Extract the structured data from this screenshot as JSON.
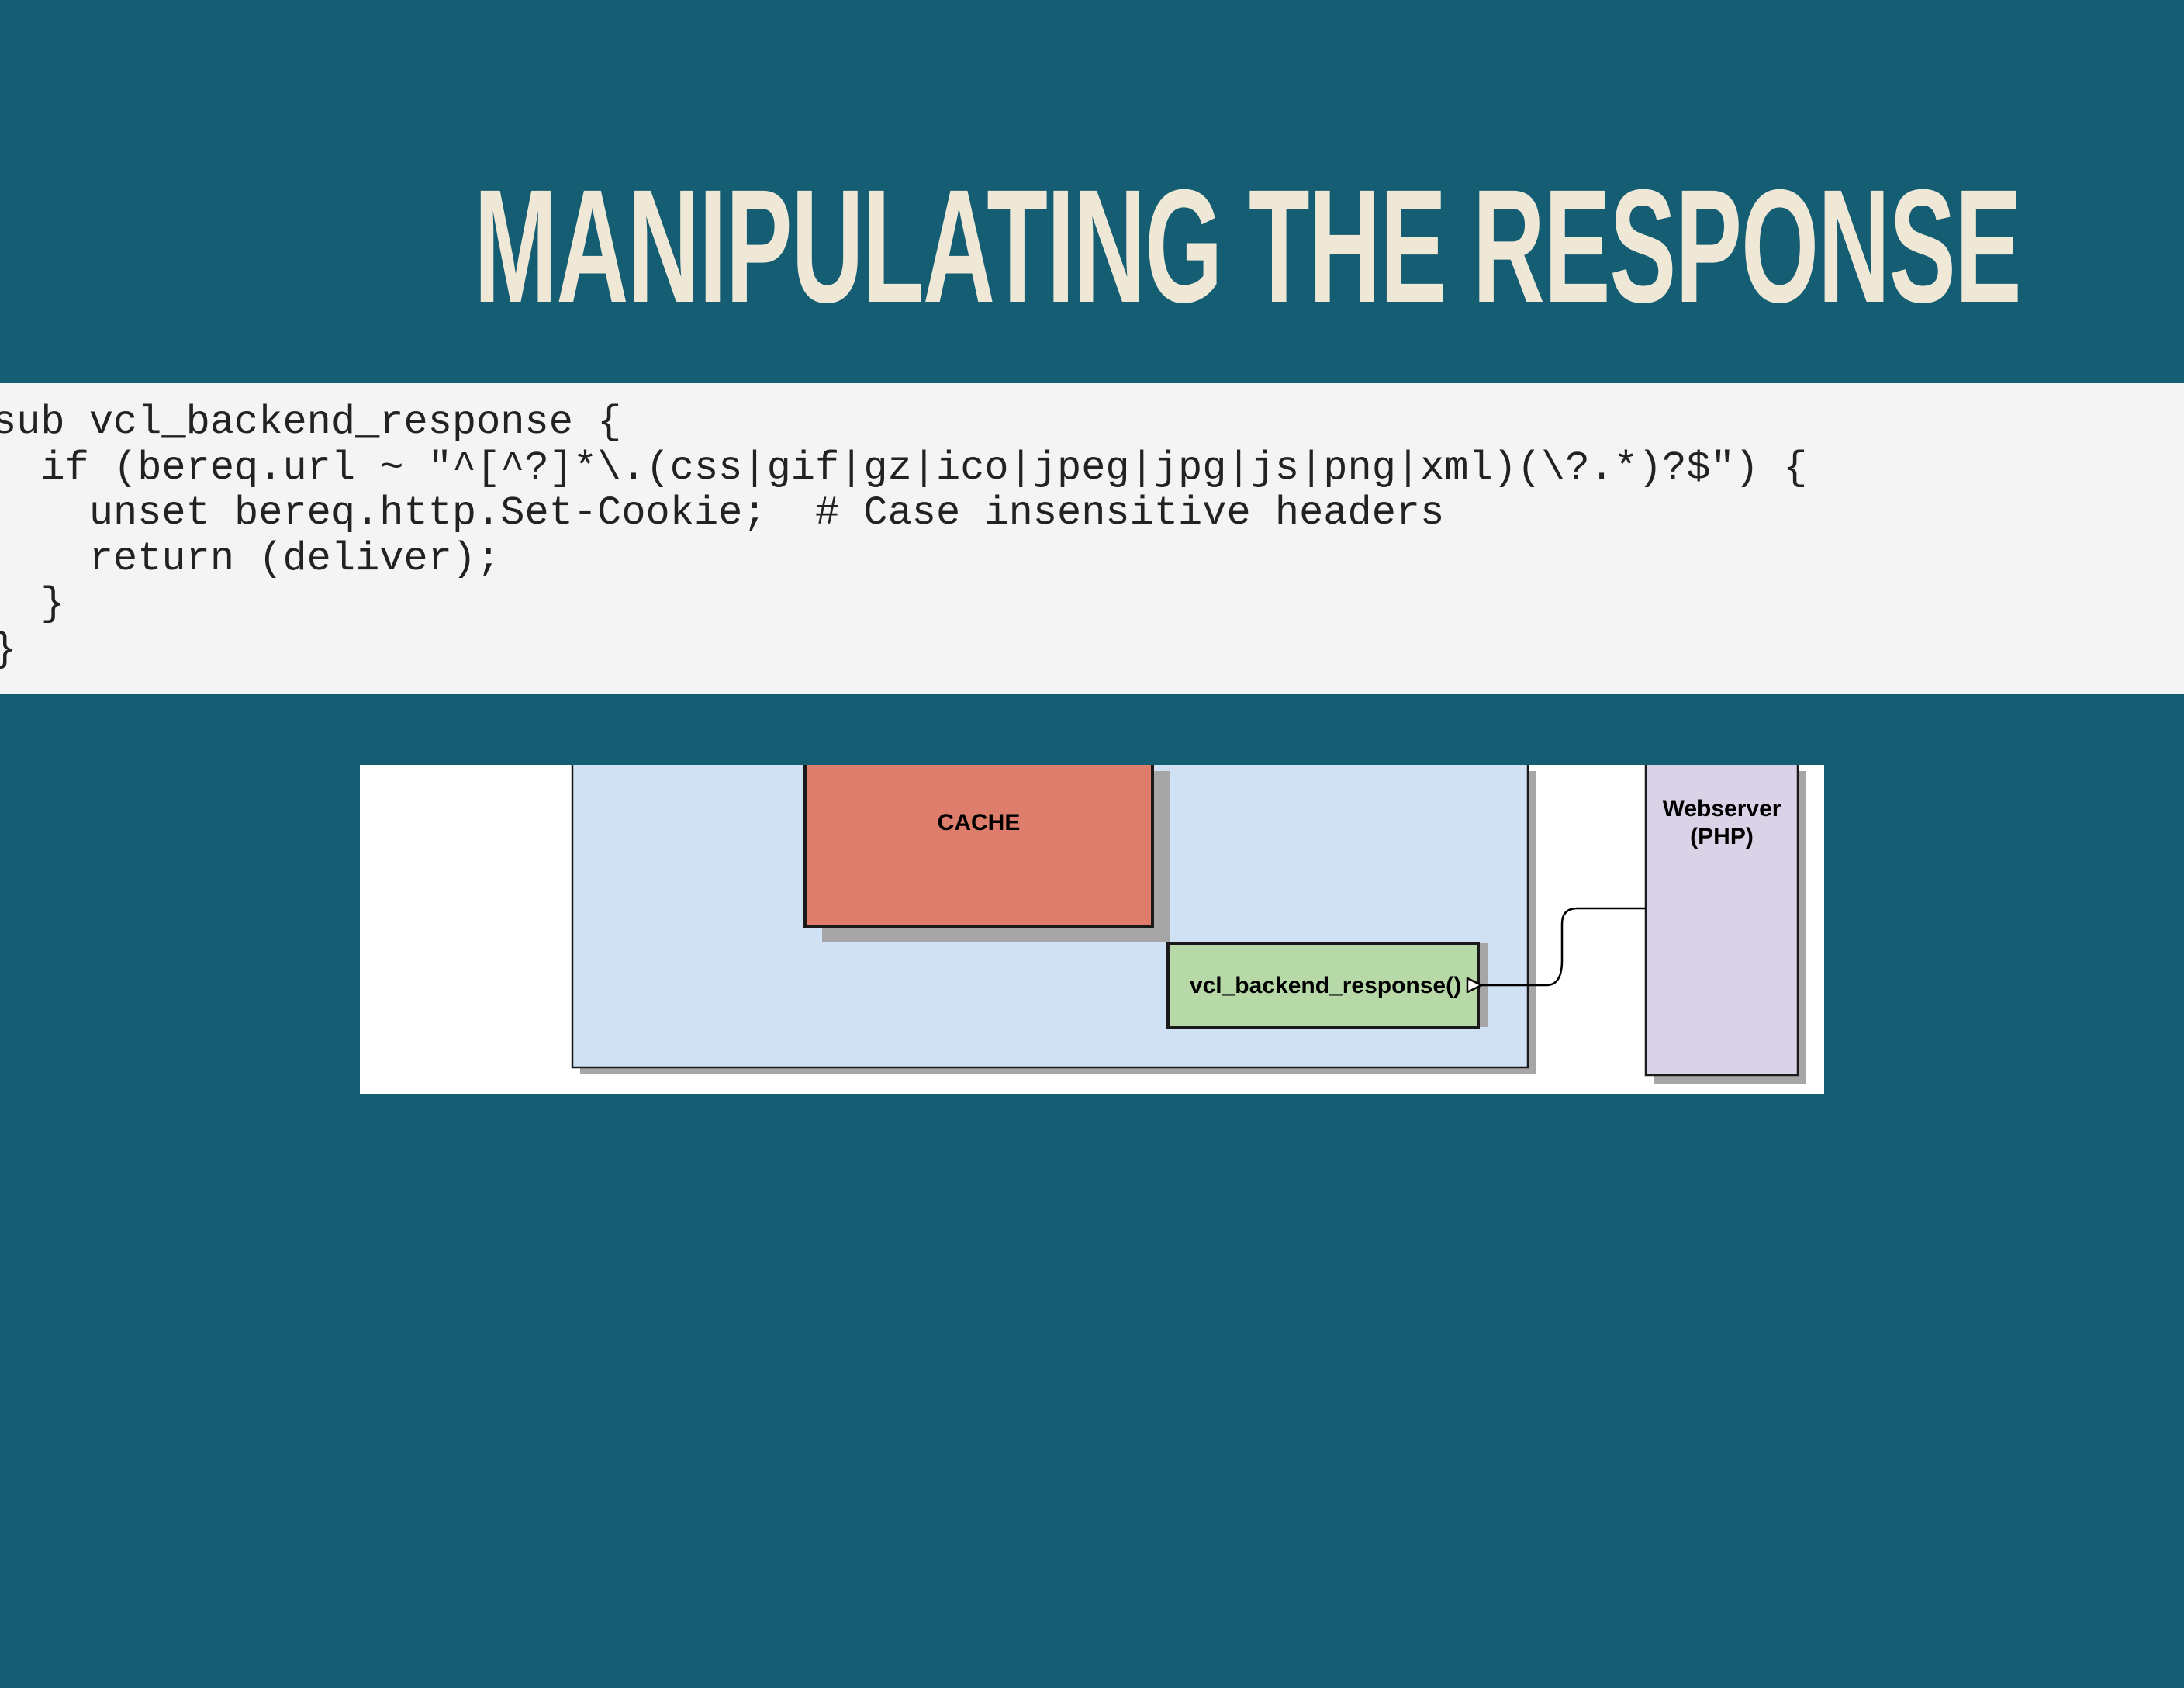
{
  "slide": {
    "title": "MANIPULATING THE RESPONSE"
  },
  "code": {
    "lines": [
      "sub vcl_backend_response {",
      "  if (bereq.url ~ \"^[^?]*\\.(css|gif|gz|ico|jpeg|jpg|js|png|xml)(\\?.*)?$\") {",
      "    unset bereq.http.Set-Cookie;  # Case insensitive headers",
      "    return (deliver);",
      "  }",
      "}"
    ]
  },
  "diagram": {
    "cache_label": "CACHE",
    "vcl_label": "vcl_backend_response()",
    "webserver_label_line1": "Webserver",
    "webserver_label_line2": "(PHP)",
    "colors": {
      "varnish_box": "#cfe1f2",
      "cache_box": "#de7d6b",
      "vcl_box": "#b7d9a8",
      "webserver_box": "#dad3e8",
      "shadow": "#a6a6a6"
    }
  }
}
